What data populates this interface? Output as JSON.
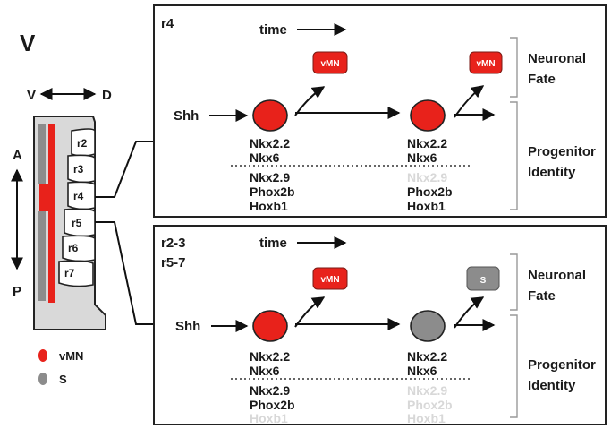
{
  "panel_letter": "V",
  "axes": {
    "v": "V",
    "d": "D",
    "a": "A",
    "p": "P"
  },
  "segments": [
    "r2",
    "r3",
    "r4",
    "r5",
    "r6",
    "r7"
  ],
  "legend": [
    {
      "label": "vMN",
      "color": "#e8221b"
    },
    {
      "label": "S",
      "color": "#8c8c8c"
    }
  ],
  "colors": {
    "vmn_red": "#e8221b",
    "s_gray": "#8c8c8c",
    "hindbrain_fill": "#d9d9d9"
  },
  "top_panel": {
    "region": "r4",
    "time_label": "time",
    "input": "Shh",
    "fate_badge_1": "vMN",
    "fate_badge_2": "vMN",
    "cell1_genes_above": [
      "Nkx2.2",
      "Nkx6"
    ],
    "cell1_genes_below": [
      "Nkx2.9",
      "Phox2b",
      "Hoxb1"
    ],
    "cell2_genes_above": [
      "Nkx2.2",
      "Nkx6"
    ],
    "cell2_genes_below_faded": [
      "Nkx2.9"
    ],
    "cell2_genes_below": [
      "Phox2b",
      "Hoxb1"
    ],
    "side_label_fate": [
      "Neuronal",
      "Fate"
    ],
    "side_label_identity": [
      "Progenitor",
      "Identity"
    ]
  },
  "bottom_panel": {
    "region_line1": "r2-3",
    "region_line2": "r5-7",
    "time_label": "time",
    "input": "Shh",
    "fate_badge_1": "vMN",
    "fate_badge_2": "S",
    "cell1_genes_above": [
      "Nkx2.2",
      "Nkx6"
    ],
    "cell1_genes_below": [
      "Nkx2.9",
      "Phox2b"
    ],
    "cell1_genes_below_faded": [
      "Hoxb1"
    ],
    "cell2_genes_above": [
      "Nkx2.2",
      "Nkx6"
    ],
    "cell2_genes_below_faded": [
      "Nkx2.9",
      "Phox2b",
      "Hoxb1"
    ],
    "side_label_fate": [
      "Neuronal",
      "Fate"
    ],
    "side_label_identity": [
      "Progenitor",
      "Identity"
    ]
  }
}
